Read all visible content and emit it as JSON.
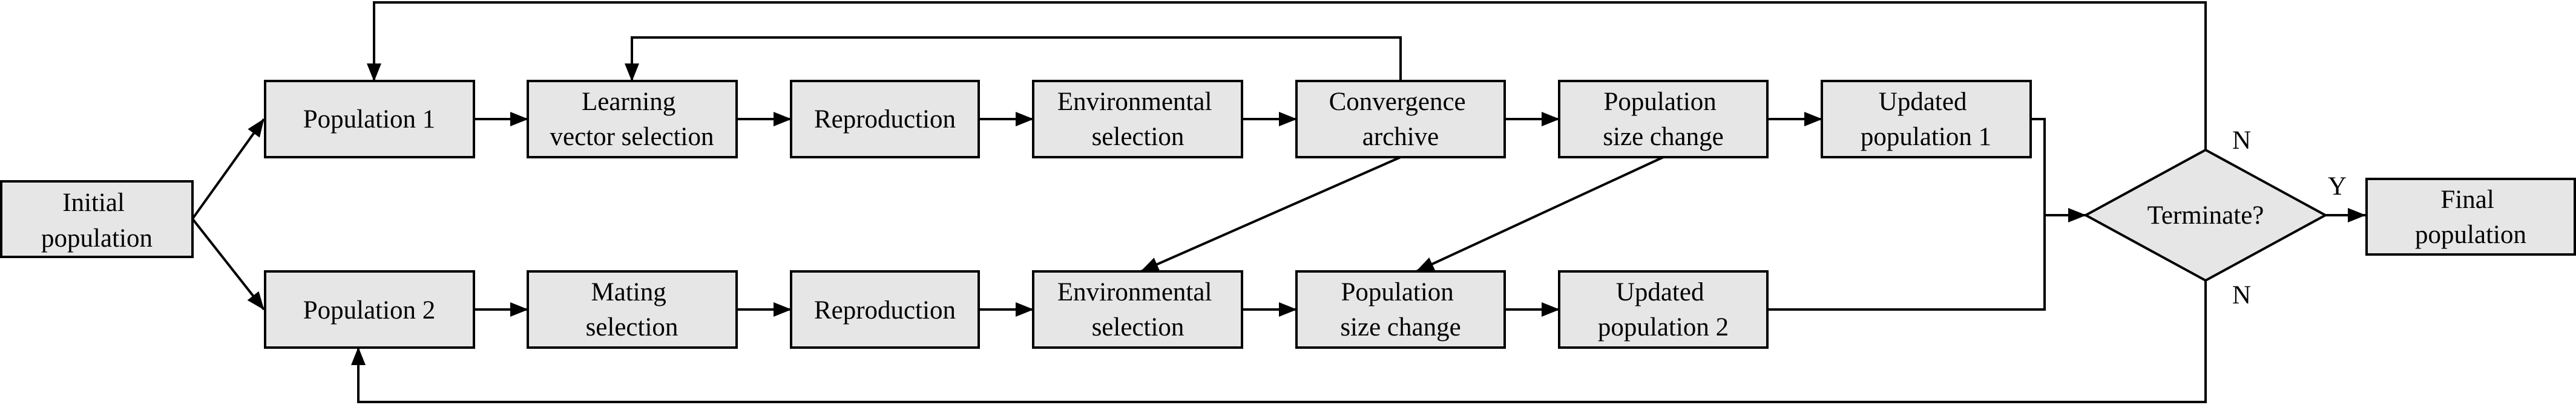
{
  "colors": {
    "box_fill": "#e6e6e6",
    "line": "#000000",
    "background": "#ffffff"
  },
  "nodes": {
    "initial": [
      "Initial",
      "population"
    ],
    "pop1": [
      "Population 1"
    ],
    "lvs": [
      "Learning",
      "vector selection"
    ],
    "repro1": [
      "Reproduction"
    ],
    "env1": [
      "Environmental",
      "selection"
    ],
    "conv": [
      "Convergence",
      "archive"
    ],
    "psc1": [
      "Population",
      "size change"
    ],
    "upd1": [
      "Updated",
      "population 1"
    ],
    "pop2": [
      "Population 2"
    ],
    "mating": [
      "Mating",
      "selection"
    ],
    "repro2": [
      "Reproduction"
    ],
    "env2": [
      "Environmental",
      "selection"
    ],
    "psc2": [
      "Population",
      "size change"
    ],
    "upd2": [
      "Updated",
      "population 2"
    ],
    "terminate": [
      "Terminate?"
    ],
    "final": [
      "Final",
      "population"
    ]
  },
  "edge_labels": {
    "no_top": "N",
    "no_bottom": "N",
    "yes": "Y"
  }
}
